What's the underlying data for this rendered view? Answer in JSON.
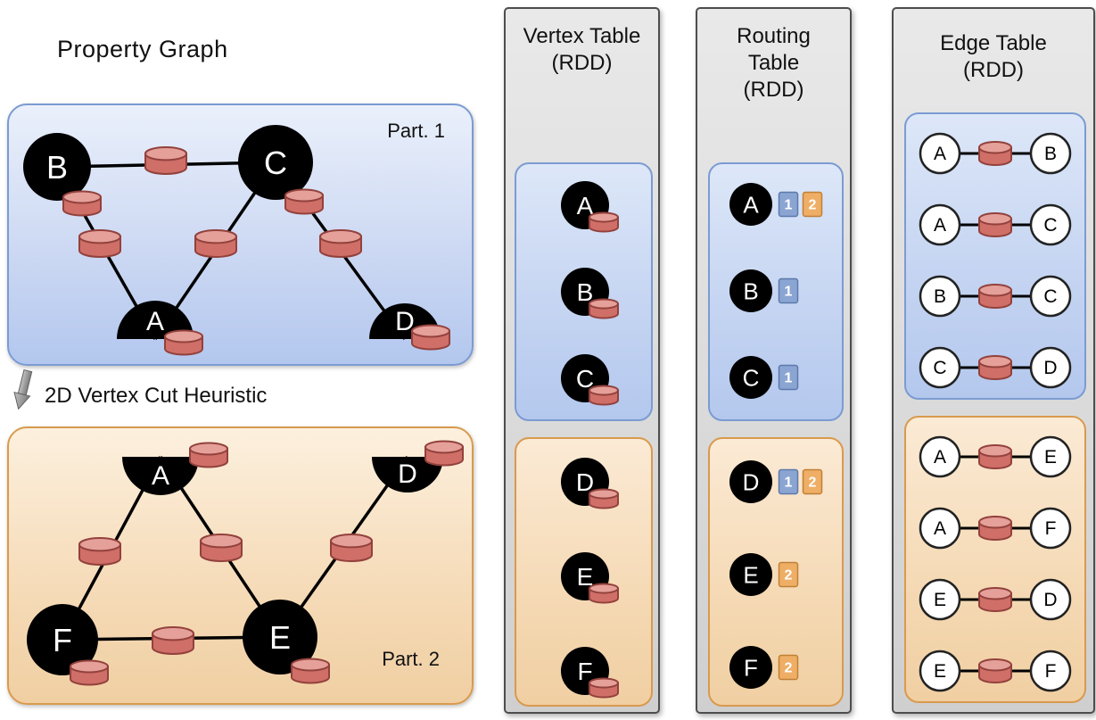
{
  "colors": {
    "partition1_fill": "#c3d3f1",
    "partition1_border": "#7b9bd2",
    "partition2_fill": "#f5d9b4",
    "partition2_border": "#d99a4e",
    "cylinder_body": "#cf6f68",
    "cylinder_top": "#e5a09a",
    "cylinder_border": "#93413c",
    "routing_partition1_chip": "#8ba5d3",
    "routing_partition1_chip_border": "#5c79ab",
    "routing_partition2_chip": "#efae66",
    "routing_partition2_chip_border": "#c08036",
    "panel_fill": "#d9d9d9",
    "panel_border": "#4d4d4d"
  },
  "property_graph": {
    "title": "Property Graph",
    "cut_label": "2D Vertex Cut Heuristic",
    "part1": {
      "label": "Part. 1",
      "vertices": [
        "B",
        "C",
        "A",
        "D"
      ],
      "split_vertices": [
        "A",
        "D"
      ],
      "edges": [
        [
          "B",
          "C"
        ],
        [
          "B",
          "A"
        ],
        [
          "C",
          "A"
        ],
        [
          "C",
          "D"
        ]
      ]
    },
    "part2": {
      "label": "Part. 2",
      "vertices": [
        "A",
        "D",
        "F",
        "E"
      ],
      "split_vertices": [
        "A",
        "D"
      ],
      "edges": [
        [
          "A",
          "F"
        ],
        [
          "A",
          "E"
        ],
        [
          "D",
          "E"
        ],
        [
          "F",
          "E"
        ]
      ]
    }
  },
  "vertex_table": {
    "title_lines": [
      "Vertex Table",
      "(RDD)"
    ],
    "partition1_vertices": [
      "A",
      "B",
      "C"
    ],
    "partition2_vertices": [
      "D",
      "E",
      "F"
    ]
  },
  "routing_table": {
    "title_lines": [
      "Routing",
      "Table",
      "(RDD)"
    ],
    "partition1_rows": [
      {
        "vertex": "A",
        "partitions": [
          "1",
          "2"
        ]
      },
      {
        "vertex": "B",
        "partitions": [
          "1"
        ]
      },
      {
        "vertex": "C",
        "partitions": [
          "1"
        ]
      }
    ],
    "partition2_rows": [
      {
        "vertex": "D",
        "partitions": [
          "1",
          "2"
        ]
      },
      {
        "vertex": "E",
        "partitions": [
          "2"
        ]
      },
      {
        "vertex": "F",
        "partitions": [
          "2"
        ]
      }
    ]
  },
  "edge_table": {
    "title_lines": [
      "Edge Table",
      "(RDD)"
    ],
    "partition1_edges": [
      [
        "A",
        "B"
      ],
      [
        "A",
        "C"
      ],
      [
        "B",
        "C"
      ],
      [
        "C",
        "D"
      ]
    ],
    "partition2_edges": [
      [
        "A",
        "E"
      ],
      [
        "A",
        "F"
      ],
      [
        "E",
        "D"
      ],
      [
        "E",
        "F"
      ]
    ]
  }
}
